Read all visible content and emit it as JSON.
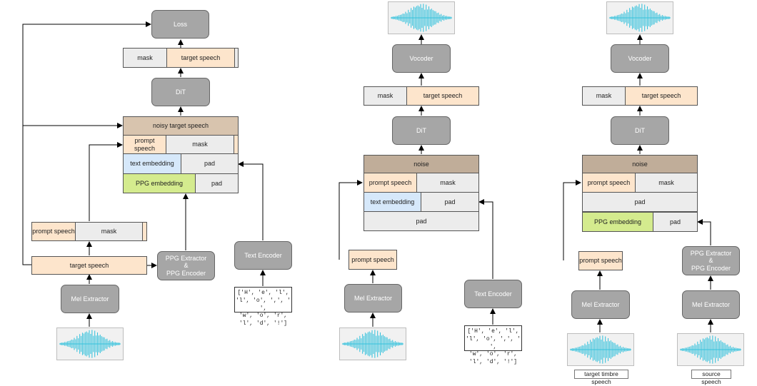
{
  "panel_training": {
    "loss": "Loss",
    "out_mask": "mask",
    "out_target": "target speech",
    "dit": "DiT",
    "noisy": "noisy target speech",
    "prompt": "prompt speech",
    "mask": "mask",
    "text_emb": "text embedding",
    "pad1": "pad",
    "ppg_emb": "PPG embedding",
    "pad2": "pad",
    "split_prompt": "prompt speech",
    "split_mask": "mask",
    "target": "target speech",
    "mel": "Mel Extractor",
    "ppg_extractor": "PPG Extractor\n&\nPPG Encoder",
    "text_encoder": "Text Encoder",
    "chars": "['H', 'e', 'l', 'l', 'o', ',', ' ',\n'w', 'o', 'r', 'l', 'd', '!']"
  },
  "panel_tts": {
    "vocoder": "Vocoder",
    "out_mask": "mask",
    "out_target": "target speech",
    "dit": "DiT",
    "noise": "noise",
    "prompt": "prompt speech",
    "mask": "mask",
    "text_emb": "text embedding",
    "pad1": "pad",
    "pad2": "pad",
    "prompt_in": "prompt speech",
    "mel": "Mel Extractor",
    "text_encoder": "Text Encoder",
    "chars": "['H', 'e', 'l', 'l', 'o', ',', ' ',\n'w', 'o', 'r', 'l', 'd', '!']"
  },
  "panel_vc": {
    "vocoder": "Vocoder",
    "out_mask": "mask",
    "out_target": "target speech",
    "dit": "DiT",
    "noise": "noise",
    "prompt": "prompt speech",
    "mask": "mask",
    "pad1": "pad",
    "ppg_emb": "PPG embedding",
    "pad2": "pad",
    "prompt_in": "prompt speech",
    "ppg_extractor": "PPG Extractor\n&\nPPG Encoder",
    "mel_left": "Mel Extractor",
    "mel_right": "Mel Extractor",
    "caption_left": "target timbre speech",
    "caption_right": "source speech"
  },
  "colors": {
    "wave": "#35c2dc",
    "node": "#a6a6a6",
    "peach": "#fde5cc",
    "blue": "#d6e8fa",
    "green": "#d4eb8e",
    "brown": "#d8c4ae"
  }
}
